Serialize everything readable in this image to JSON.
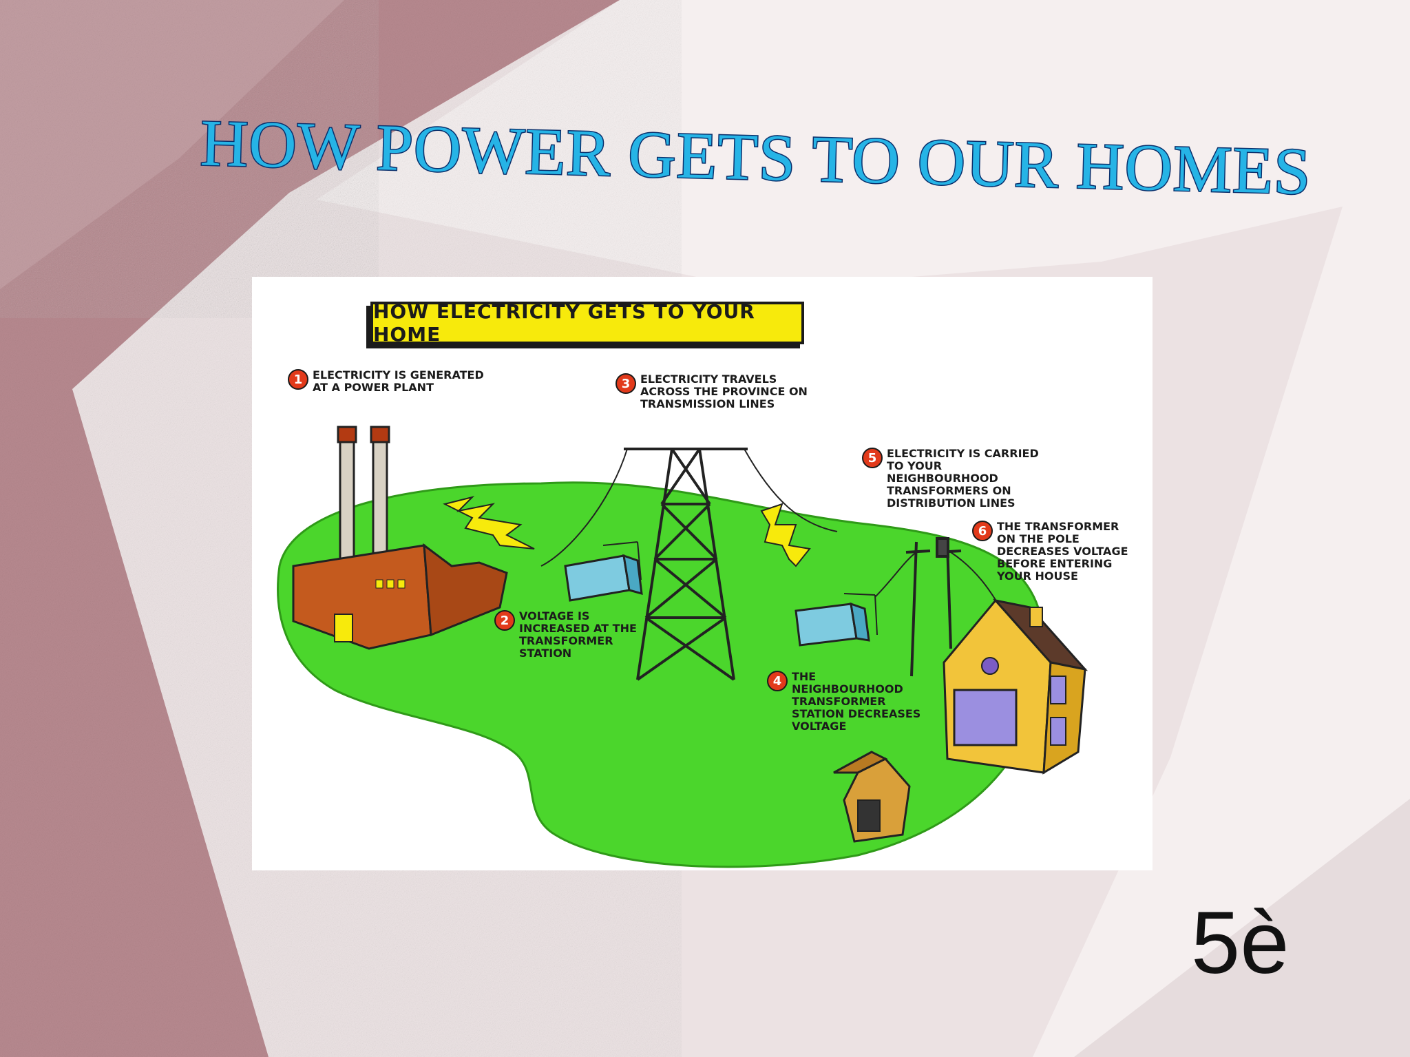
{
  "slide": {
    "title": "HOW POWER GETS TO OUR HOMES",
    "slide_number": "5è"
  },
  "diagram": {
    "banner": "HOW ELECTRICITY GETS TO YOUR HOME",
    "steps": [
      {
        "number": "1",
        "text": "Electricity is generated at a power plant"
      },
      {
        "number": "2",
        "text": "Voltage is increased at the transformer station"
      },
      {
        "number": "3",
        "text": "Electricity travels across the province on transmission lines"
      },
      {
        "number": "4",
        "text": "The neighbourhood transformer station decreases voltage"
      },
      {
        "number": "5",
        "text": "Electricity is carried to your neighbourhood transformers on distribution lines"
      },
      {
        "number": "6",
        "text": "The transformer on the pole decreases voltage before entering your house"
      }
    ]
  },
  "colors": {
    "title_fill": "#26b4e6",
    "title_outline": "#0a2f6b",
    "banner": "#f7ea0c",
    "grass": "#4bd62c",
    "step_badge": "#e23a1b",
    "background_mauve": "#b88a90"
  }
}
